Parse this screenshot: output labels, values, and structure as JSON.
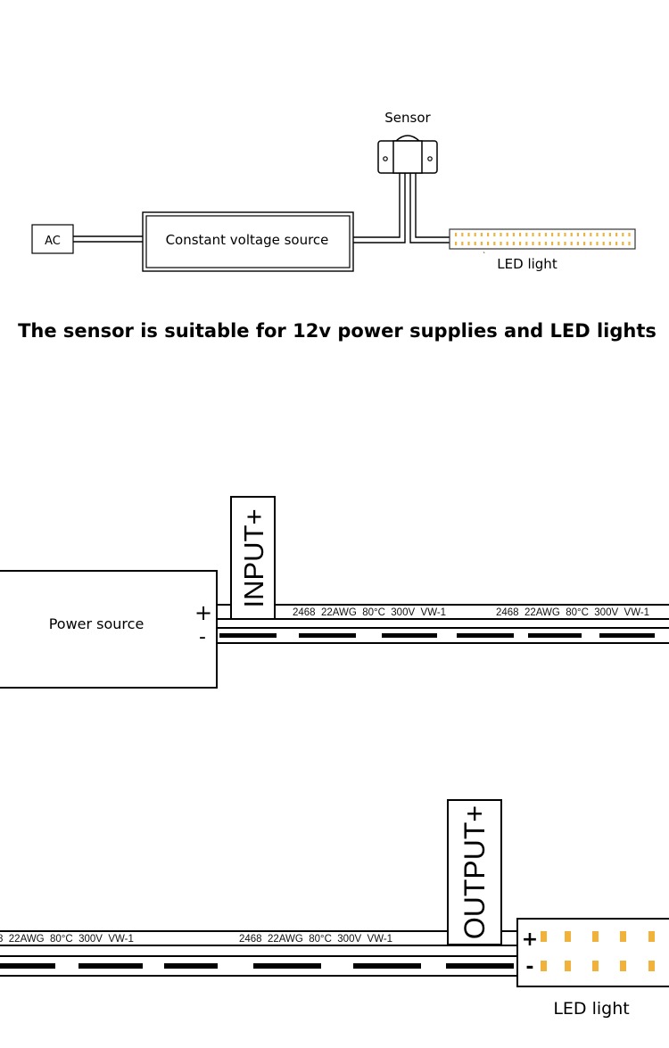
{
  "diagram1": {
    "sensor_label": "Sensor",
    "ac_label": "AC",
    "source_label": "Constant voltage source",
    "led_label": "LED light",
    "led_colors": {
      "dot": "#f0b23a",
      "frame": "#333333"
    },
    "caption": "The sensor is suitable for 12v power supplies and LED lights"
  },
  "diagram2": {
    "power_label": "Power source",
    "plus": "+",
    "minus": "-",
    "input_label": "INPUT+",
    "wire_text_1": "2468  22AWG  80°C  300V  VW-1",
    "wire_text_2": "2468  22AWG  80°C  300V  VW-1"
  },
  "diagram3": {
    "wire_text_1": "8  22AWG  80°C  300V  VW-1",
    "wire_text_2": "2468  22AWG  80°C  300V  VW-1",
    "output_label": "OUTPUT+",
    "plus": "+",
    "minus": "-",
    "led_label": "LED light",
    "led_dot_color": "#f0b23a"
  }
}
